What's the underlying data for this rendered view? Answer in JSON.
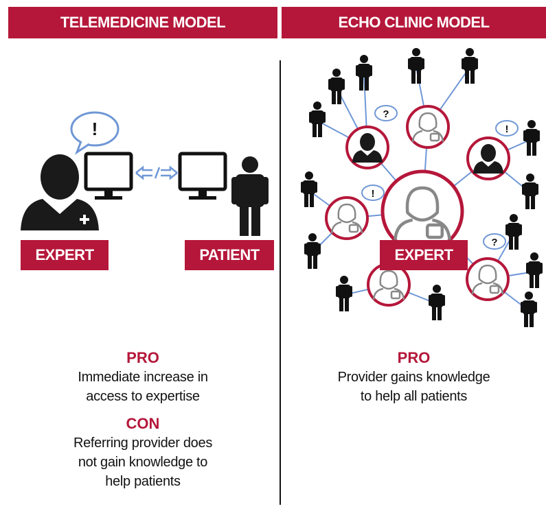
{
  "headers": {
    "left": "TELEMEDICINE MODEL",
    "right": "ECHO CLINIC MODEL"
  },
  "telemedicine": {
    "bubble_mark": "!",
    "expert_label": "EXPERT",
    "patient_label": "PATIENT",
    "pro_heading": "PRO",
    "pro_text": [
      "Immediate increase in",
      "access to expertise"
    ],
    "con_heading": "CON",
    "con_text": [
      "Referring provider does",
      "not gain knowledge to",
      "help patients"
    ]
  },
  "echo": {
    "expert_label": "EXPERT",
    "bubble_marks": [
      "?",
      "!",
      "!",
      "?"
    ],
    "pro_heading": "PRO",
    "pro_text": [
      "Provider gains knowledge",
      "to help all patients"
    ]
  },
  "colors": {
    "brand_red": "#b5173a",
    "link_blue": "#6f97d6",
    "figure_dark": "#111111",
    "icon_gray": "#888888"
  }
}
